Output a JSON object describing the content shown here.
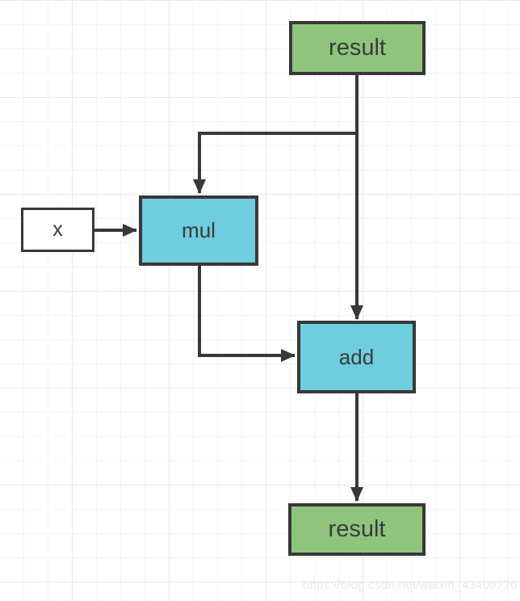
{
  "diagram": {
    "nodes": {
      "result_top": {
        "label": "result",
        "fill": "#8FC47D"
      },
      "x": {
        "label": "x",
        "fill": "#FFFFFF"
      },
      "mul": {
        "label": "mul",
        "fill": "#6ECDDE"
      },
      "add": {
        "label": "add",
        "fill": "#6ECDDE"
      },
      "result_bottom": {
        "label": "result",
        "fill": "#8FC47D"
      }
    },
    "edges": [
      {
        "from": "result_top",
        "to": "add"
      },
      {
        "from": "result_top",
        "to": "mul"
      },
      {
        "from": "x",
        "to": "mul"
      },
      {
        "from": "mul",
        "to": "add"
      },
      {
        "from": "add",
        "to": "result_bottom"
      }
    ],
    "colors": {
      "stroke": "#383838",
      "text": "#3a3a3a",
      "node_green": "#8FC47D",
      "node_cyan": "#6ECDDE",
      "grid_minor": "#f3f3f3",
      "grid_major": "#e7e7e7"
    }
  },
  "watermark": {
    "text": "https://blog.csdn.net/weixin_43409270"
  }
}
